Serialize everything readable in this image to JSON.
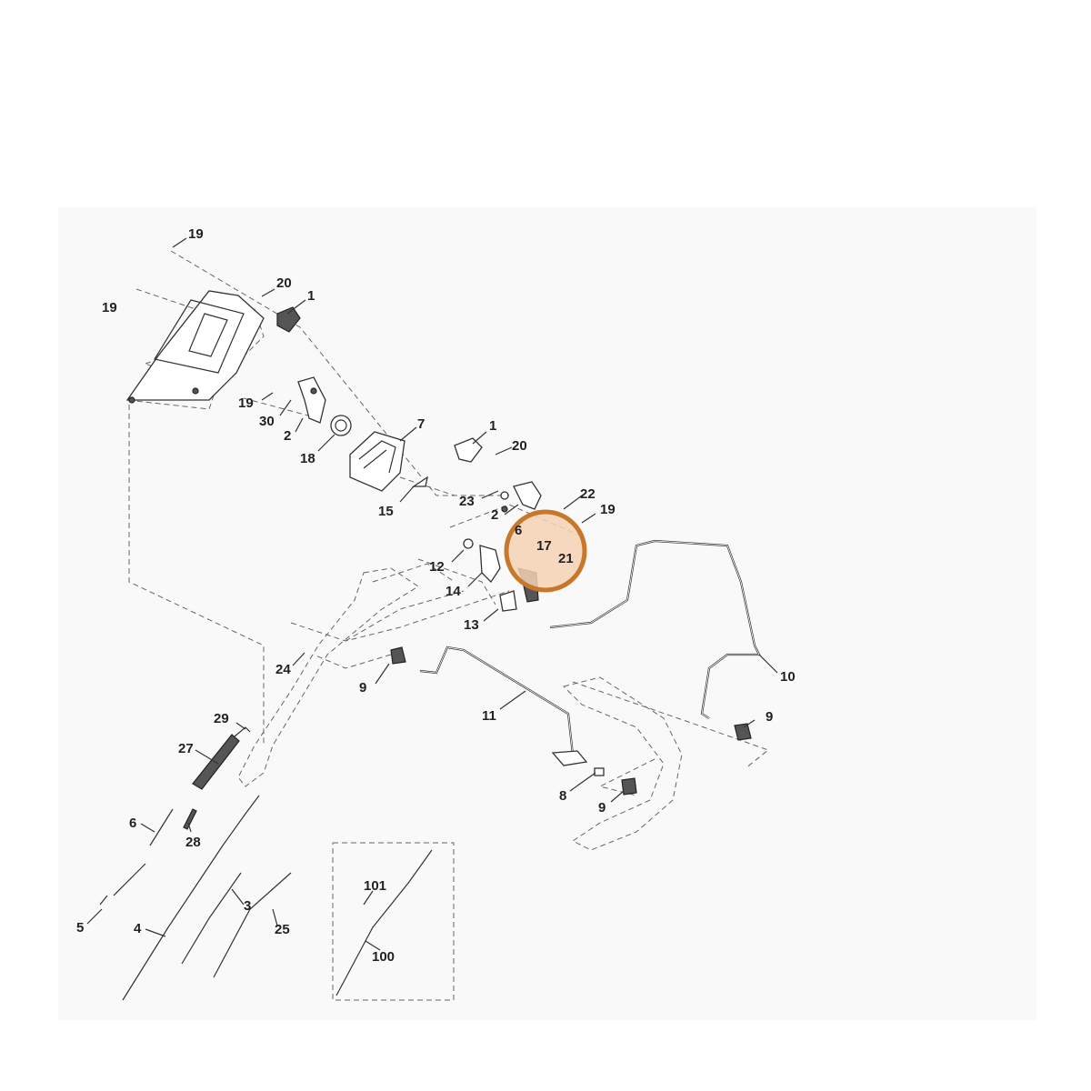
{
  "diagram": {
    "highlight_color": "#c8762a",
    "highlight_fill": "#f5d2b4",
    "labels": [
      {
        "id": "a1",
        "text": "19"
      },
      {
        "id": "a2",
        "text": "19"
      },
      {
        "id": "a3",
        "text": "20"
      },
      {
        "id": "a4",
        "text": "1"
      },
      {
        "id": "a5",
        "text": "19"
      },
      {
        "id": "a6",
        "text": "30"
      },
      {
        "id": "a7",
        "text": "2"
      },
      {
        "id": "a8",
        "text": "18"
      },
      {
        "id": "a9",
        "text": "7"
      },
      {
        "id": "a10",
        "text": "15"
      },
      {
        "id": "a11",
        "text": "1"
      },
      {
        "id": "a12",
        "text": "20"
      },
      {
        "id": "a13",
        "text": "23"
      },
      {
        "id": "a14",
        "text": "22"
      },
      {
        "id": "a15",
        "text": "2"
      },
      {
        "id": "a16",
        "text": "19"
      },
      {
        "id": "a17",
        "text": "6"
      },
      {
        "id": "a18",
        "text": "17"
      },
      {
        "id": "a19",
        "text": "21"
      },
      {
        "id": "a20",
        "text": "12"
      },
      {
        "id": "a21",
        "text": "14"
      },
      {
        "id": "a22",
        "text": "13"
      },
      {
        "id": "a23",
        "text": "24"
      },
      {
        "id": "a24",
        "text": "9"
      },
      {
        "id": "a25",
        "text": "10"
      },
      {
        "id": "a26",
        "text": "11"
      },
      {
        "id": "a27",
        "text": "29"
      },
      {
        "id": "a28",
        "text": "27"
      },
      {
        "id": "a29",
        "text": "9"
      },
      {
        "id": "a30",
        "text": "6"
      },
      {
        "id": "a31",
        "text": "28"
      },
      {
        "id": "a32",
        "text": "8"
      },
      {
        "id": "a33",
        "text": "9"
      },
      {
        "id": "a34",
        "text": "3"
      },
      {
        "id": "a35",
        "text": "5"
      },
      {
        "id": "a36",
        "text": "4"
      },
      {
        "id": "a37",
        "text": "25"
      },
      {
        "id": "a38",
        "text": "101"
      },
      {
        "id": "a39",
        "text": "100"
      }
    ]
  }
}
